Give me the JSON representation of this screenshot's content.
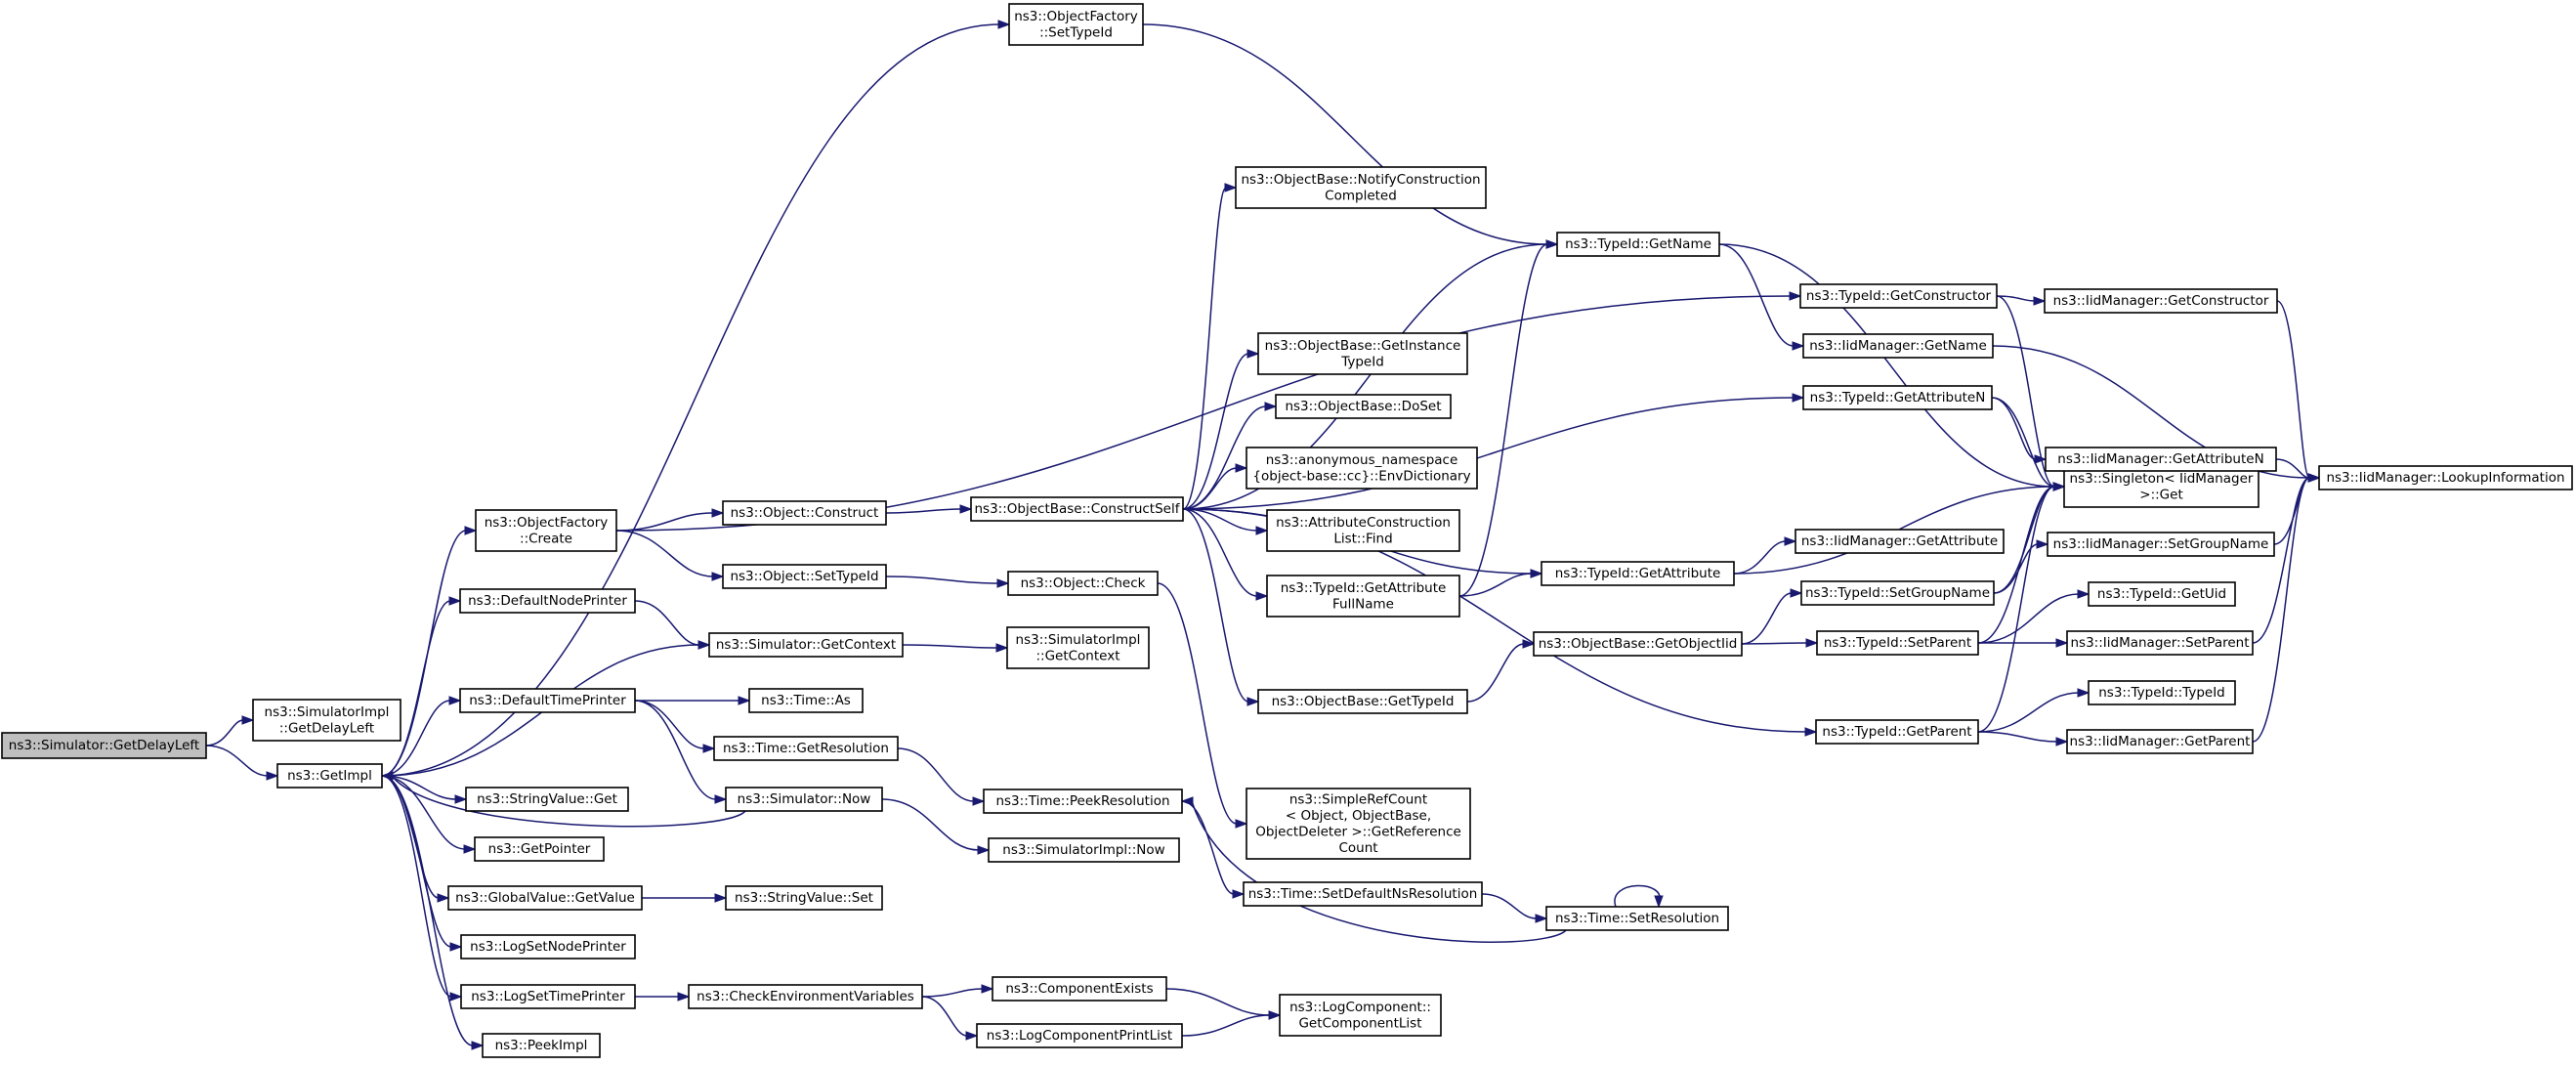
{
  "graph": {
    "nodes": [
      {
        "id": "getdelayleft",
        "lines": [
          "ns3::Simulator::GetDelayLeft"
        ],
        "root": true
      },
      {
        "id": "simimpl_getdelayleft",
        "lines": [
          "ns3::SimulatorImpl",
          "::GetDelayLeft"
        ]
      },
      {
        "id": "getimpl",
        "lines": [
          "ns3::GetImpl"
        ]
      },
      {
        "id": "of_settypeid",
        "lines": [
          "ns3::ObjectFactory",
          "::SetTypeId"
        ]
      },
      {
        "id": "of_create",
        "lines": [
          "ns3::ObjectFactory",
          "::Create"
        ]
      },
      {
        "id": "defaultnodeprinter",
        "lines": [
          "ns3::DefaultNodePrinter"
        ]
      },
      {
        "id": "defaulttimeprinter",
        "lines": [
          "ns3::DefaultTimePrinter"
        ]
      },
      {
        "id": "stringvalue_get",
        "lines": [
          "ns3::StringValue::Get"
        ]
      },
      {
        "id": "getpointer",
        "lines": [
          "ns3::GetPointer"
        ]
      },
      {
        "id": "globalvalue_getvalue",
        "lines": [
          "ns3::GlobalValue::GetValue"
        ]
      },
      {
        "id": "logsetnodeprinter",
        "lines": [
          "ns3::LogSetNodePrinter"
        ]
      },
      {
        "id": "logsettimeprinter",
        "lines": [
          "ns3::LogSetTimePrinter"
        ]
      },
      {
        "id": "peekimpl",
        "lines": [
          "ns3::PeekImpl"
        ]
      },
      {
        "id": "object_construct",
        "lines": [
          "ns3::Object::Construct"
        ]
      },
      {
        "id": "object_settypeid",
        "lines": [
          "ns3::Object::SetTypeId"
        ]
      },
      {
        "id": "simulator_getcontext",
        "lines": [
          "ns3::Simulator::GetContext"
        ]
      },
      {
        "id": "time_as",
        "lines": [
          "ns3::Time::As"
        ]
      },
      {
        "id": "time_getresolution",
        "lines": [
          "ns3::Time::GetResolution"
        ]
      },
      {
        "id": "simulator_now",
        "lines": [
          "ns3::Simulator::Now"
        ]
      },
      {
        "id": "stringvalue_set",
        "lines": [
          "ns3::StringValue::Set"
        ]
      },
      {
        "id": "checkenvvars",
        "lines": [
          "ns3::CheckEnvironmentVariables"
        ]
      },
      {
        "id": "ob_constructself",
        "lines": [
          "ns3::ObjectBase::ConstructSelf"
        ]
      },
      {
        "id": "object_check",
        "lines": [
          "ns3::Object::Check"
        ]
      },
      {
        "id": "simimpl_getcontext",
        "lines": [
          "ns3::SimulatorImpl",
          "::GetContext"
        ]
      },
      {
        "id": "time_peekresolution",
        "lines": [
          "ns3::Time::PeekResolution"
        ]
      },
      {
        "id": "simimpl_now",
        "lines": [
          "ns3::SimulatorImpl::Now"
        ]
      },
      {
        "id": "componentexists",
        "lines": [
          "ns3::ComponentExists"
        ]
      },
      {
        "id": "logcomponentprintlist",
        "lines": [
          "ns3::LogComponentPrintList"
        ]
      },
      {
        "id": "ob_notifyconstruction",
        "lines": [
          "ns3::ObjectBase::NotifyConstruction",
          "Completed"
        ]
      },
      {
        "id": "ob_getinstancetypeid",
        "lines": [
          "ns3::ObjectBase::GetInstance",
          "TypeId"
        ]
      },
      {
        "id": "ob_doset",
        "lines": [
          "ns3::ObjectBase::DoSet"
        ]
      },
      {
        "id": "envdictionary",
        "lines": [
          "ns3::anonymous_namespace",
          "{object-base::cc}::EnvDictionary"
        ]
      },
      {
        "id": "attrconstructionlist_find",
        "lines": [
          "ns3::AttributeConstruction",
          "List::Find"
        ]
      },
      {
        "id": "typeid_getattributefullname",
        "lines": [
          "ns3::TypeId::GetAttribute",
          "FullName"
        ]
      },
      {
        "id": "ob_gettypeid",
        "lines": [
          "ns3::ObjectBase::GetTypeId"
        ]
      },
      {
        "id": "simplerefcount",
        "lines": [
          "ns3::SimpleRefCount",
          "< Object, ObjectBase,",
          "ObjectDeleter >::GetReference",
          "Count"
        ]
      },
      {
        "id": "time_setdefaultnsresolution",
        "lines": [
          "ns3::Time::SetDefaultNsResolution"
        ]
      },
      {
        "id": "logcomponent_getcomponentlist",
        "lines": [
          "ns3::LogComponent::",
          "GetComponentList"
        ]
      },
      {
        "id": "typeid_getname",
        "lines": [
          "ns3::TypeId::GetName"
        ]
      },
      {
        "id": "typeid_getattribute",
        "lines": [
          "ns3::TypeId::GetAttribute"
        ]
      },
      {
        "id": "ob_getobjectiid",
        "lines": [
          "ns3::ObjectBase::GetObjectIid"
        ]
      },
      {
        "id": "time_setresolution",
        "lines": [
          "ns3::Time::SetResolution"
        ]
      },
      {
        "id": "typeid_getconstructor",
        "lines": [
          "ns3::TypeId::GetConstructor"
        ]
      },
      {
        "id": "iidmanager_getname",
        "lines": [
          "ns3::IidManager::GetName"
        ]
      },
      {
        "id": "typeid_getattributen",
        "lines": [
          "ns3::TypeId::GetAttributeN"
        ]
      },
      {
        "id": "iidmanager_getattribute",
        "lines": [
          "ns3::IidManager::GetAttribute"
        ]
      },
      {
        "id": "typeid_setgroupname",
        "lines": [
          "ns3::TypeId::SetGroupName"
        ]
      },
      {
        "id": "typeid_setparent",
        "lines": [
          "ns3::TypeId::SetParent"
        ]
      },
      {
        "id": "typeid_getparent",
        "lines": [
          "ns3::TypeId::GetParent"
        ]
      },
      {
        "id": "singleton_get",
        "lines": [
          "ns3::Singleton< IidManager",
          ">::Get"
        ]
      },
      {
        "id": "iidmanager_getconstructor",
        "lines": [
          "ns3::IidManager::GetConstructor"
        ]
      },
      {
        "id": "iidmanager_getattributen",
        "lines": [
          "ns3::IidManager::GetAttributeN"
        ]
      },
      {
        "id": "iidmanager_setgroupname",
        "lines": [
          "ns3::IidManager::SetGroupName"
        ]
      },
      {
        "id": "typeid_getuid",
        "lines": [
          "ns3::TypeId::GetUid"
        ]
      },
      {
        "id": "iidmanager_setparent",
        "lines": [
          "ns3::IidManager::SetParent"
        ]
      },
      {
        "id": "typeid_typeid",
        "lines": [
          "ns3::TypeId::TypeId"
        ]
      },
      {
        "id": "iidmanager_getparent",
        "lines": [
          "ns3::IidManager::GetParent"
        ]
      },
      {
        "id": "iidmanager_lookupinformation",
        "lines": [
          "ns3::IidManager::LookupInformation"
        ]
      }
    ],
    "edges": [
      [
        "getdelayleft",
        "simimpl_getdelayleft"
      ],
      [
        "getdelayleft",
        "getimpl"
      ],
      [
        "getimpl",
        "of_settypeid"
      ],
      [
        "getimpl",
        "of_create"
      ],
      [
        "getimpl",
        "defaultnodeprinter"
      ],
      [
        "getimpl",
        "simulator_getcontext"
      ],
      [
        "getimpl",
        "defaulttimeprinter"
      ],
      [
        "getimpl",
        "stringvalue_get"
      ],
      [
        "getimpl",
        "getpointer"
      ],
      [
        "getimpl",
        "globalvalue_getvalue"
      ],
      [
        "getimpl",
        "logsetnodeprinter"
      ],
      [
        "getimpl",
        "logsettimeprinter"
      ],
      [
        "getimpl",
        "peekimpl"
      ],
      [
        "of_settypeid",
        "typeid_getname"
      ],
      [
        "of_create",
        "typeid_getconstructor"
      ],
      [
        "of_create",
        "object_construct"
      ],
      [
        "of_create",
        "object_settypeid"
      ],
      [
        "defaultnodeprinter",
        "simulator_getcontext"
      ],
      [
        "defaulttimeprinter",
        "time_as"
      ],
      [
        "defaulttimeprinter",
        "time_getresolution"
      ],
      [
        "defaulttimeprinter",
        "simulator_now"
      ],
      [
        "simulator_now",
        "getimpl"
      ],
      [
        "simulator_now",
        "simimpl_now"
      ],
      [
        "simulator_getcontext",
        "simimpl_getcontext"
      ],
      [
        "globalvalue_getvalue",
        "stringvalue_set"
      ],
      [
        "logsettimeprinter",
        "checkenvvars"
      ],
      [
        "checkenvvars",
        "componentexists"
      ],
      [
        "checkenvvars",
        "logcomponentprintlist"
      ],
      [
        "componentexists",
        "logcomponent_getcomponentlist"
      ],
      [
        "logcomponentprintlist",
        "logcomponent_getcomponentlist"
      ],
      [
        "object_construct",
        "ob_constructself"
      ],
      [
        "object_settypeid",
        "object_check"
      ],
      [
        "object_check",
        "simplerefcount"
      ],
      [
        "time_getresolution",
        "time_peekresolution"
      ],
      [
        "time_peekresolution",
        "time_setdefaultnsresolution"
      ],
      [
        "time_setdefaultnsresolution",
        "time_setresolution"
      ],
      [
        "time_setresolution",
        "time_setresolution"
      ],
      [
        "time_setresolution",
        "time_peekresolution"
      ],
      [
        "ob_constructself",
        "ob_notifyconstruction"
      ],
      [
        "ob_constructself",
        "typeid_getname"
      ],
      [
        "ob_constructself",
        "typeid_getattributen"
      ],
      [
        "ob_constructself",
        "ob_getinstancetypeid"
      ],
      [
        "ob_constructself",
        "ob_doset"
      ],
      [
        "ob_constructself",
        "envdictionary"
      ],
      [
        "ob_constructself",
        "attrconstructionlist_find"
      ],
      [
        "ob_constructself",
        "typeid_getattributefullname"
      ],
      [
        "ob_constructself",
        "typeid_getattribute"
      ],
      [
        "ob_constructself",
        "ob_gettypeid"
      ],
      [
        "ob_constructself",
        "typeid_getparent"
      ],
      [
        "typeid_getattributefullname",
        "typeid_getname"
      ],
      [
        "typeid_getattributefullname",
        "typeid_getattribute"
      ],
      [
        "ob_gettypeid",
        "ob_getobjectiid"
      ],
      [
        "ob_getobjectiid",
        "typeid_setgroupname"
      ],
      [
        "ob_getobjectiid",
        "typeid_setparent"
      ],
      [
        "typeid_getname",
        "iidmanager_getname"
      ],
      [
        "typeid_getname",
        "singleton_get"
      ],
      [
        "typeid_getattribute",
        "iidmanager_getattribute"
      ],
      [
        "typeid_getattribute",
        "singleton_get"
      ],
      [
        "typeid_getconstructor",
        "iidmanager_getconstructor"
      ],
      [
        "typeid_getconstructor",
        "singleton_get"
      ],
      [
        "iidmanager_getname",
        "iidmanager_lookupinformation"
      ],
      [
        "typeid_getattributen",
        "iidmanager_getattributen"
      ],
      [
        "typeid_getattributen",
        "singleton_get"
      ],
      [
        "typeid_setgroupname",
        "singleton_get"
      ],
      [
        "typeid_setgroupname",
        "iidmanager_setgroupname"
      ],
      [
        "typeid_setparent",
        "singleton_get"
      ],
      [
        "typeid_setparent",
        "typeid_getuid"
      ],
      [
        "typeid_setparent",
        "iidmanager_setparent"
      ],
      [
        "typeid_getparent",
        "singleton_get"
      ],
      [
        "typeid_getparent",
        "typeid_typeid"
      ],
      [
        "typeid_getparent",
        "iidmanager_getparent"
      ],
      [
        "iidmanager_getconstructor",
        "iidmanager_lookupinformation"
      ],
      [
        "iidmanager_getattributen",
        "iidmanager_lookupinformation"
      ],
      [
        "iidmanager_setgroupname",
        "iidmanager_lookupinformation"
      ],
      [
        "iidmanager_setparent",
        "iidmanager_lookupinformation"
      ],
      [
        "iidmanager_getparent",
        "iidmanager_lookupinformation"
      ]
    ]
  }
}
